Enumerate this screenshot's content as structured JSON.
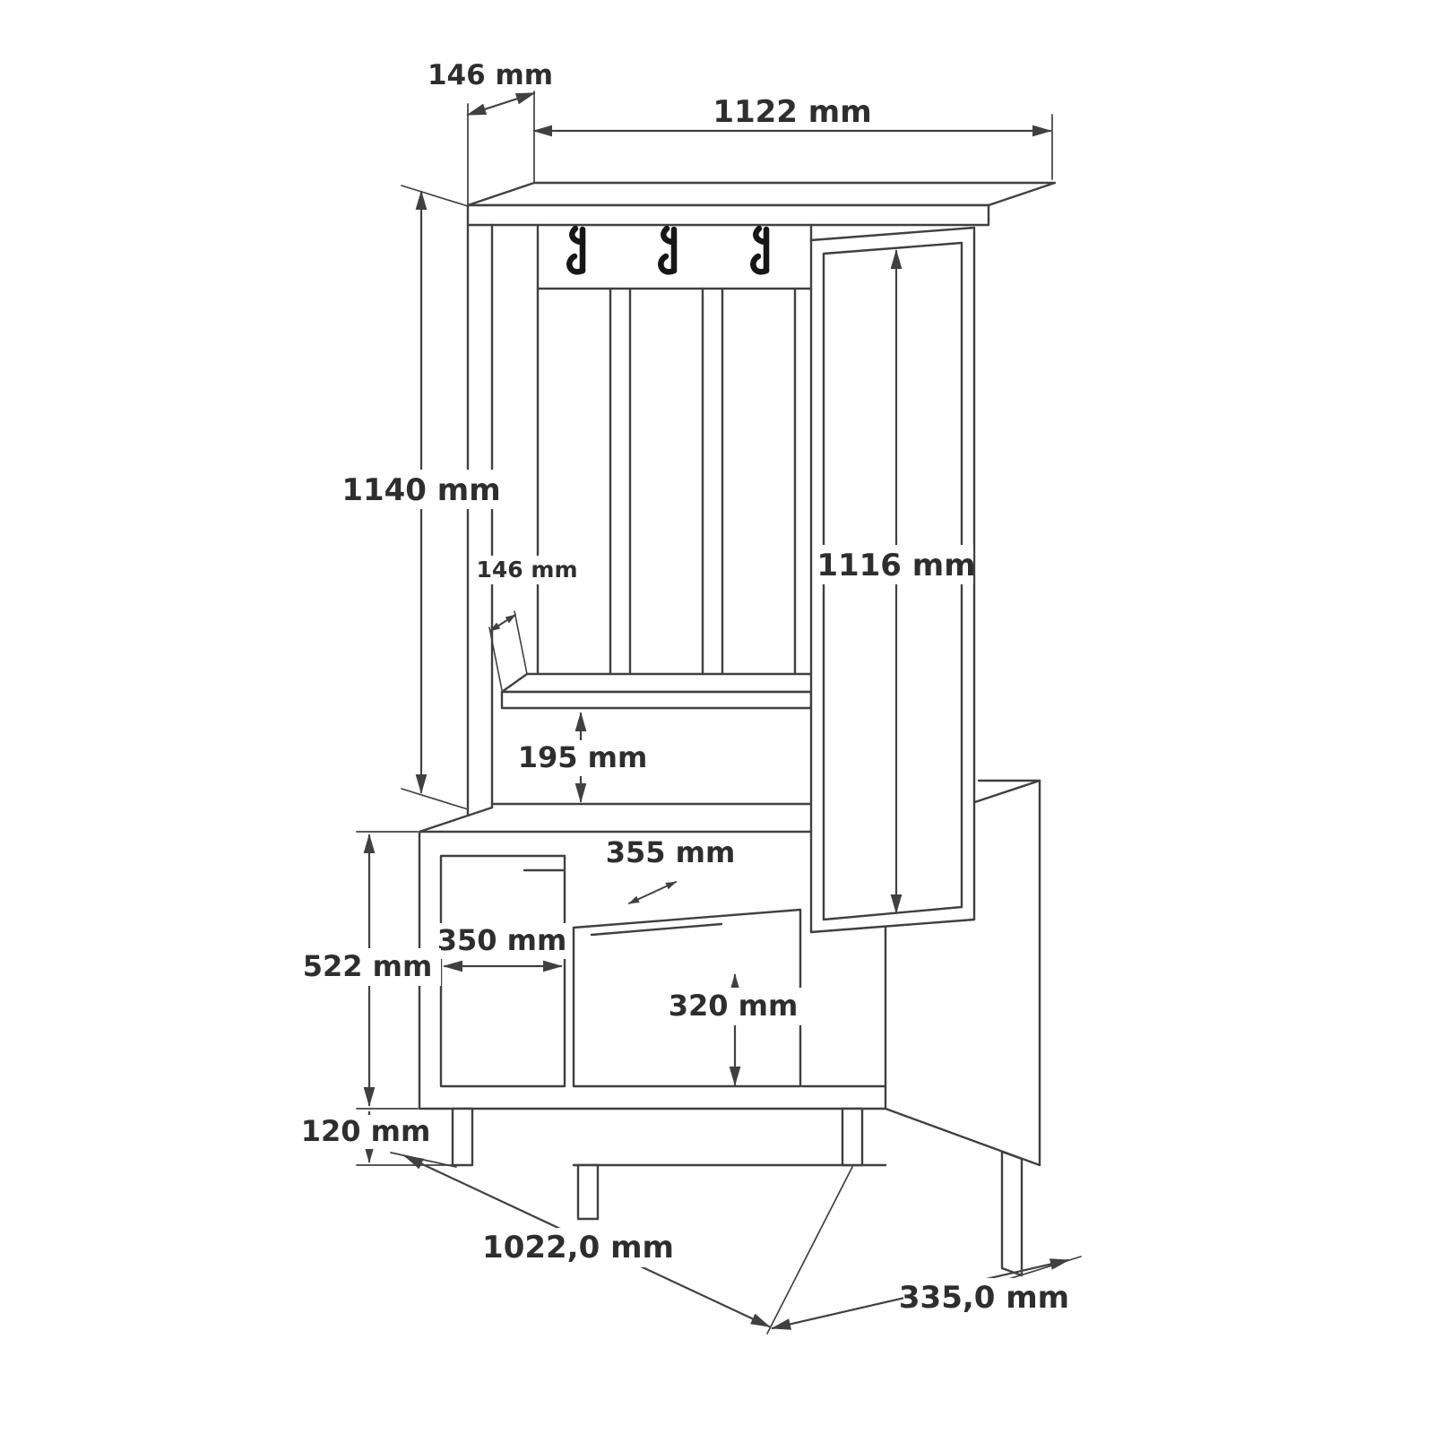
{
  "drawing": {
    "unit_suffix": "mm",
    "colors": {
      "line": "#404040",
      "hook": "#161616",
      "background": "#ffffff",
      "text": "#2e2e2e"
    },
    "dimensions": {
      "top_depth": "146 mm",
      "top_width": "1122 mm",
      "upper_height": "1140 mm",
      "shelf_depth": "146 mm",
      "mirror_height": "1116 mm",
      "shelf_clearance": "195 mm",
      "top_surface": "355 mm",
      "left_door_width": "350 mm",
      "cabinet_height": "522 mm",
      "door_height": "320 mm",
      "leg_height": "120 mm",
      "base_width": "1022,0 mm",
      "base_depth": "335,0 mm"
    }
  }
}
